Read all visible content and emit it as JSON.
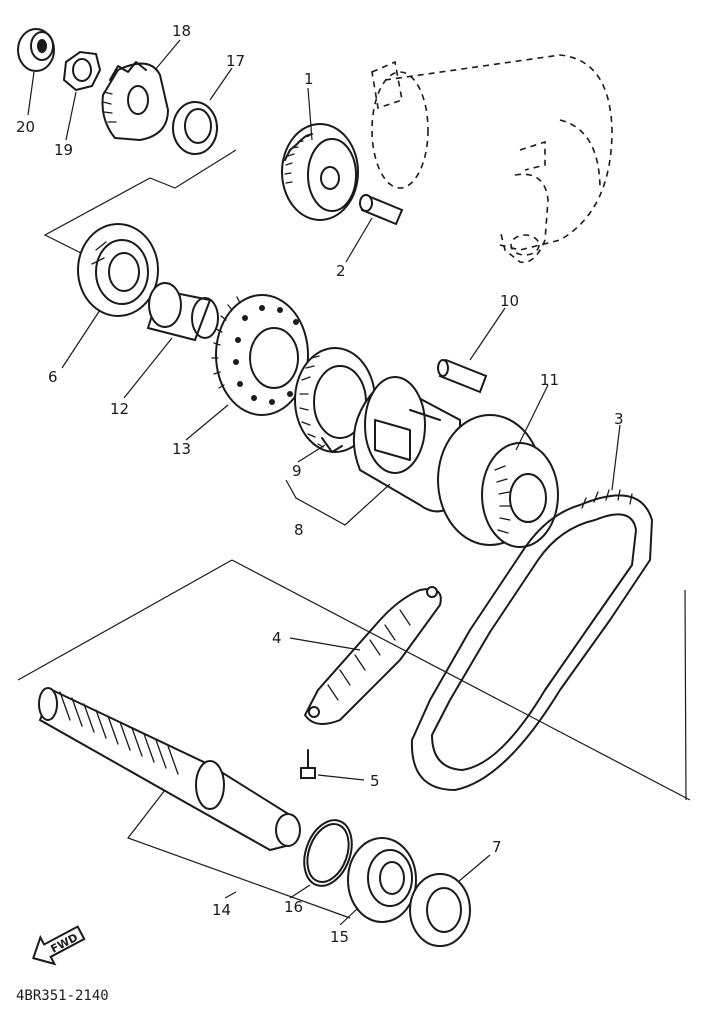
{
  "diagram": {
    "part_numbers": {
      "p1": "1",
      "p2": "2",
      "p3": "3",
      "p4": "4",
      "p5": "5",
      "p6": "6",
      "p7": "7",
      "p8": "8",
      "p9": "9",
      "p10": "10",
      "p11": "11",
      "p12": "12",
      "p13": "13",
      "p14": "14",
      "p15": "15",
      "p16": "16",
      "p17": "17",
      "p18": "18",
      "p19": "19",
      "p20": "20"
    },
    "arrow_label": "FWD",
    "drawing_code": "4BR351-2140"
  }
}
